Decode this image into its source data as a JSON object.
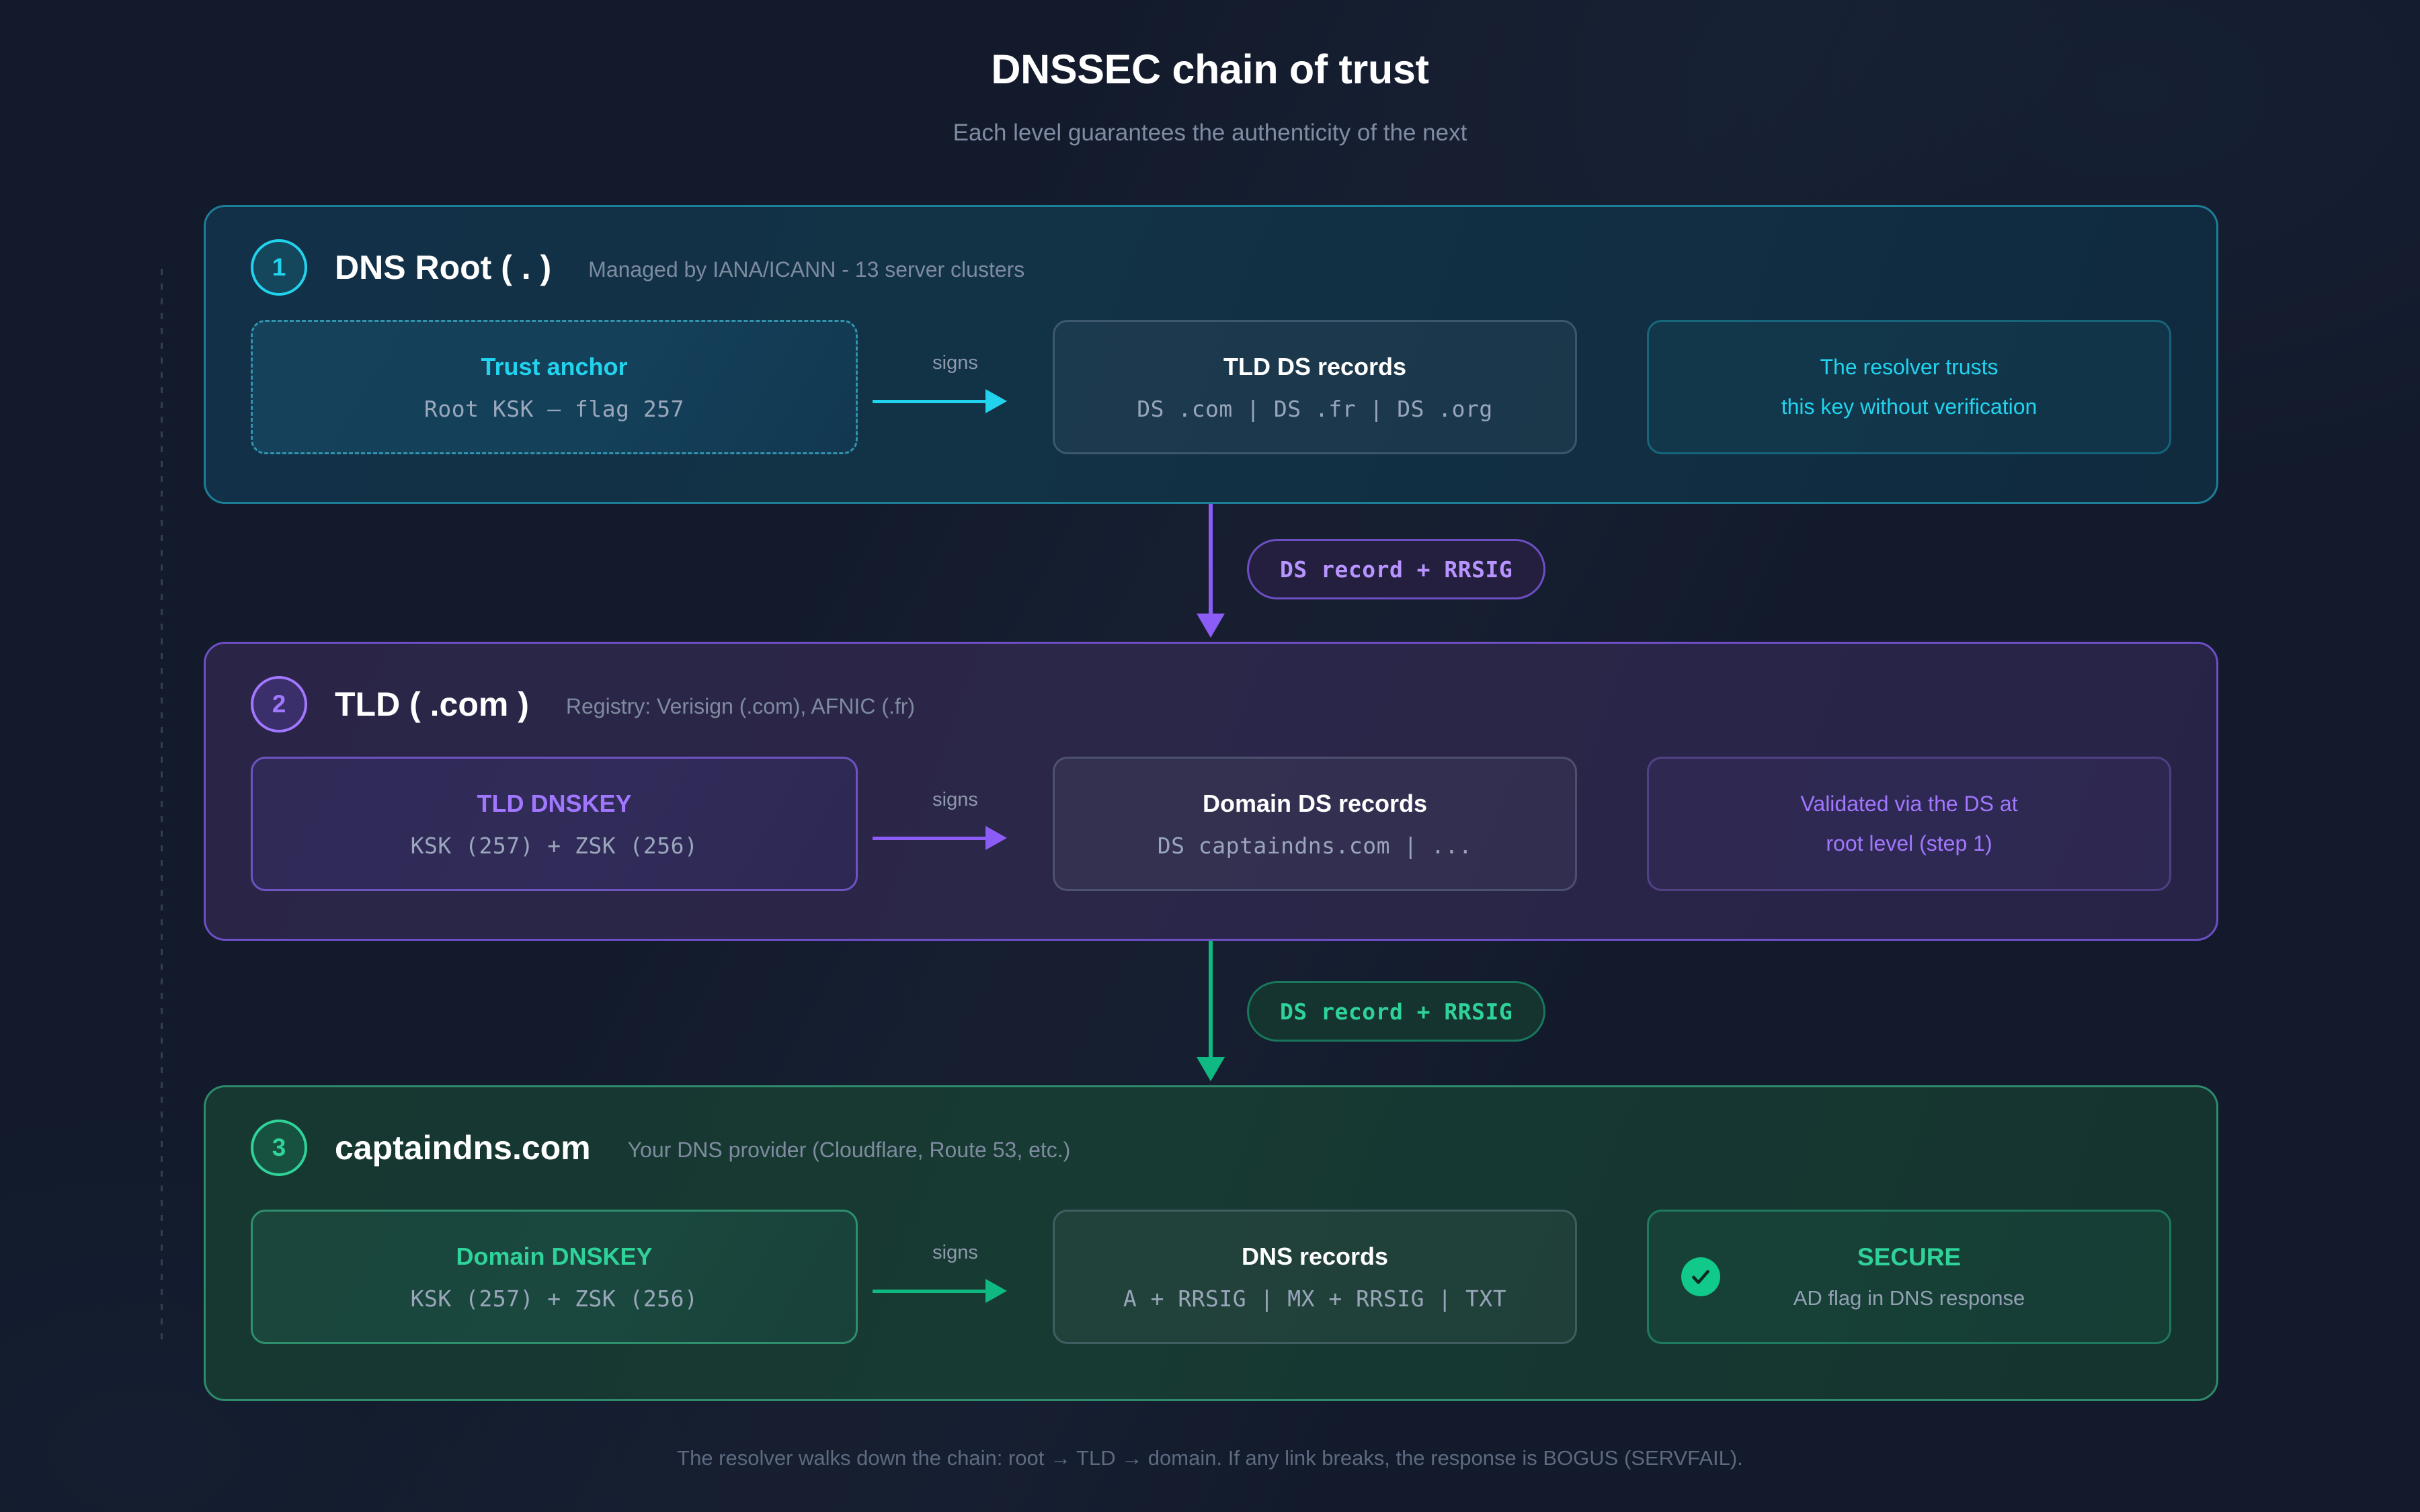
{
  "header": {
    "title": "DNSSEC chain of trust",
    "subtitle": "Each level guarantees the authenticity of the next"
  },
  "colors": {
    "background": "#121a2b",
    "root_accent": "#22d3ee",
    "tld_accent": "#a277ff",
    "domain_accent": "#2fd39a",
    "muted_text": "#7f8ca3"
  },
  "levels": [
    {
      "step": "1",
      "name": "DNS Root ( . )",
      "note": "Managed by IANA/ICANN - 13 server clusters",
      "key_box": {
        "title": "Trust anchor",
        "sub": "Root KSK — flag 257"
      },
      "signs_label": "signs",
      "records_box": {
        "title": "TLD DS records",
        "sub": "DS .com | DS .fr | DS .org"
      },
      "info_box": {
        "line1": "The resolver trusts",
        "line2": "this key without verification"
      }
    },
    {
      "step": "2",
      "name": "TLD ( .com )",
      "note": "Registry: Verisign (.com), AFNIC (.fr)",
      "key_box": {
        "title": "TLD DNSKEY",
        "sub": "KSK (257) + ZSK (256)"
      },
      "signs_label": "signs",
      "records_box": {
        "title": "Domain DS records",
        "sub": "DS captaindns.com | ..."
      },
      "info_box": {
        "line1": "Validated via the DS at",
        "line2": "root level (step 1)"
      }
    },
    {
      "step": "3",
      "name": "captaindns.com",
      "note": "Your DNS provider (Cloudflare, Route 53, etc.)",
      "key_box": {
        "title": "Domain DNSKEY",
        "sub": "KSK (257) + ZSK (256)"
      },
      "signs_label": "signs",
      "records_box": {
        "title": "DNS records",
        "sub": "A + RRSIG | MX + RRSIG | TXT"
      },
      "status_box": {
        "icon": "check-circle-icon",
        "title": "SECURE",
        "sub": "AD flag in DNS response"
      }
    }
  ],
  "connectors": [
    {
      "label": "DS record + RRSIG",
      "color": "#b794ff"
    },
    {
      "label": "DS record + RRSIG",
      "color": "#2fd39a"
    }
  ],
  "footer": {
    "text": "The resolver walks down the chain: root → TLD → domain. If any link breaks, the response is BOGUS (SERVFAIL)."
  }
}
